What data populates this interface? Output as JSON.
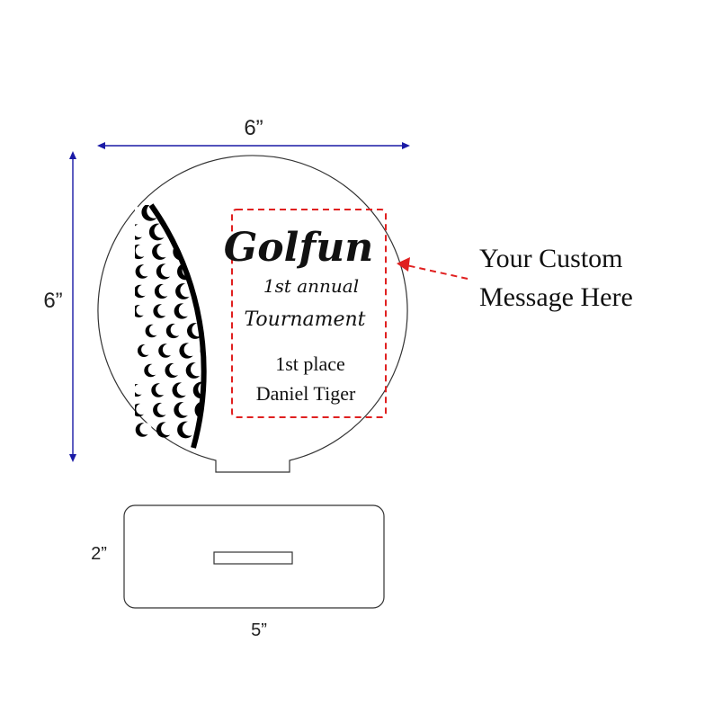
{
  "dimensions": {
    "top_width": "6”",
    "left_height": "6”",
    "base_height": "2”",
    "base_width": "5”"
  },
  "plaque": {
    "brand": "Golfun",
    "line1": "1st annual",
    "line2": "Tournament",
    "line3": "1st place",
    "line4": "Daniel Tiger"
  },
  "callout": {
    "line1": "Your Custom",
    "line2": "Message Here"
  },
  "colors": {
    "dimension_arrow": "#1a1aa6",
    "dashed_box": "#e02020",
    "ink": "#111111"
  }
}
